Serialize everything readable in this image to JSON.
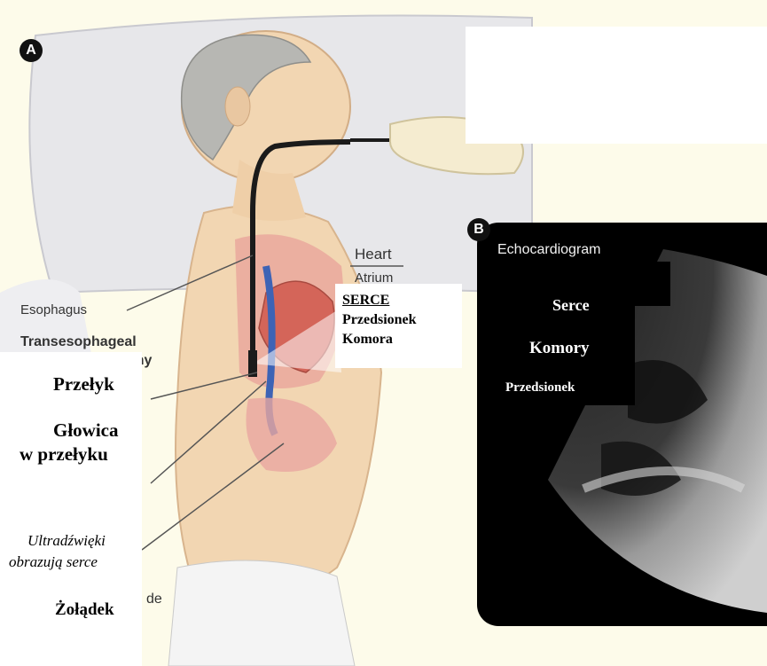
{
  "panel_a": {
    "badge": "A",
    "en_labels": {
      "heart": "Heart",
      "atrium": "Atrium",
      "esophagus": "Esophagus",
      "transesophageal": "Transesophageal",
      "phy": "phy",
      "de": "de"
    },
    "pl_heart_box": {
      "title": "SERCE",
      "line1": "Przedsionek",
      "line2": "Komora"
    },
    "pl_labels": {
      "przelyk": "Przełyk",
      "glowica_1": "Głowica",
      "glowica_2": "w przełyku",
      "ultra_1": "Ultradźwięki",
      "ultra_2": "obrazują serce",
      "zoladek": "Żołądek"
    }
  },
  "panel_b": {
    "badge": "B",
    "title": "Echocardiogram",
    "labels": {
      "serce": "Serce",
      "komory": "Komory",
      "przedsionek": "Przedsionek"
    }
  },
  "colors": {
    "background": "#fdfbea",
    "echo_bg": "#000000",
    "skin": "#f2d9b8",
    "pillow": "#e9e9ec",
    "label_text": "#222222"
  }
}
